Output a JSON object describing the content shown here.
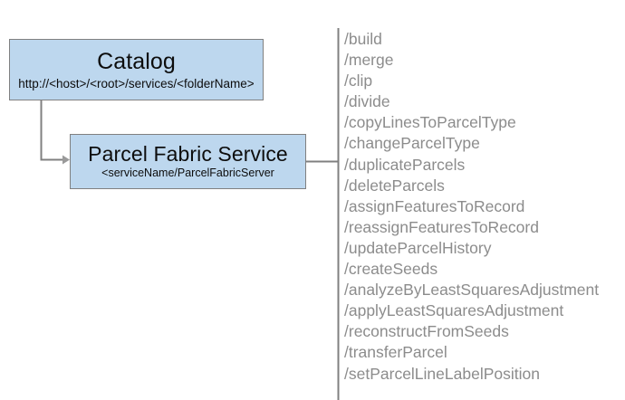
{
  "diagram": {
    "background_color": "#ffffff",
    "nodes": [
      {
        "id": "catalog",
        "title": "Catalog",
        "subtitle": "http://<host>/<root>/services/<folderName>",
        "fill_color": "#bdd7ee",
        "border_color": "#808080"
      },
      {
        "id": "parcel-fabric-service",
        "title": "Parcel Fabric Service",
        "subtitle": "<serviceName/ParcelFabricServer",
        "fill_color": "#bdd7ee",
        "border_color": "#808080"
      }
    ],
    "connectors": {
      "line_color": "#808080",
      "catalog_to_service": "elbow-with-arrowhead",
      "service_to_operations": "horizontal"
    },
    "operations": {
      "text_color": "#8c8c8c",
      "divider_color": "#808080",
      "items": [
        "/build",
        "/merge",
        "/clip",
        "/divide",
        "/copyLinesToParcelType",
        "/changeParcelType",
        "/duplicateParcels",
        "/deleteParcels",
        "/assignFeaturesToRecord",
        "/reassignFeaturesToRecord",
        "/updateParcelHistory",
        "/createSeeds",
        "/analyzeByLeastSquaresAdjustment",
        "/applyLeastSquaresAdjustment",
        "/reconstructFromSeeds",
        "/transferParcel",
        "/setParcelLineLabelPosition"
      ]
    }
  }
}
